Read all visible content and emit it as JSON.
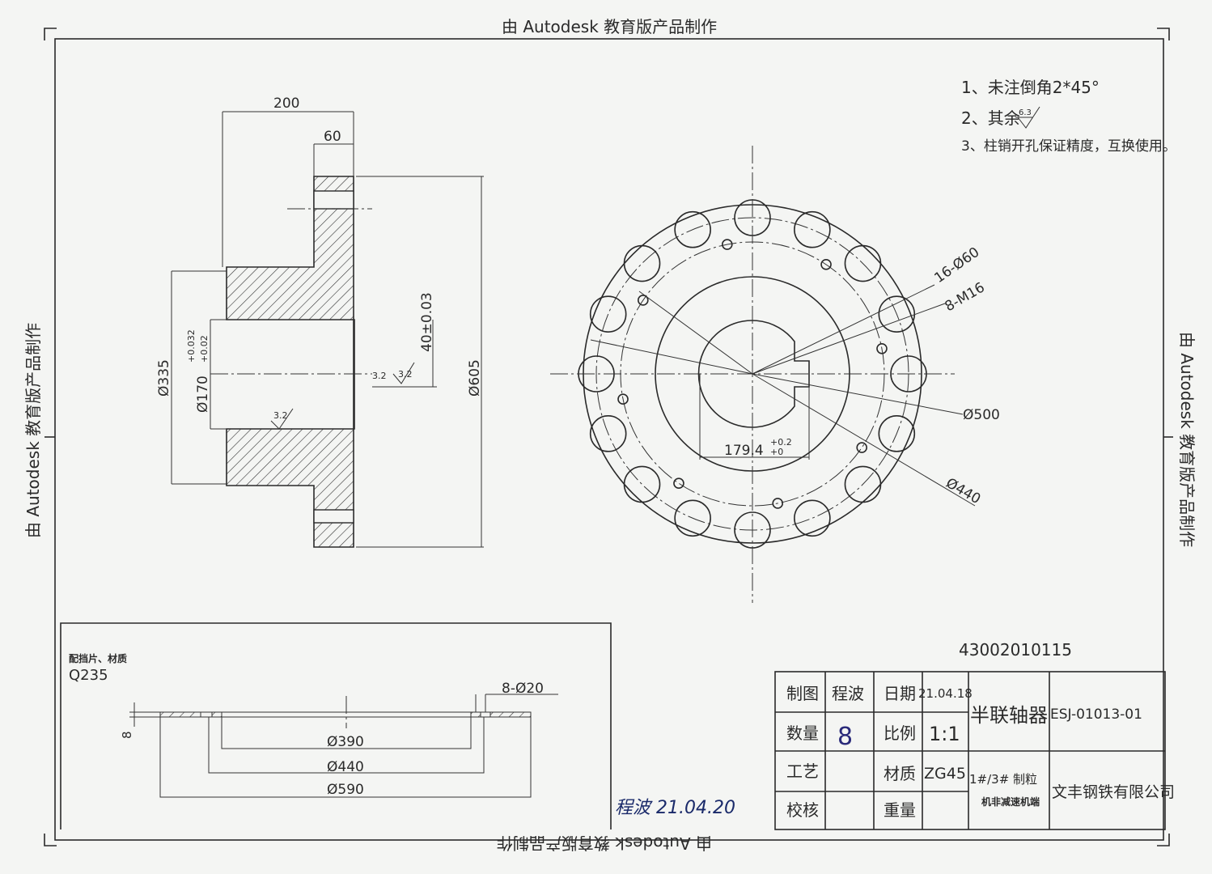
{
  "watermark_banner": "由 Autodesk 教育版产品制作",
  "notes": [
    "1、未注倒角2*45°",
    "2、其余",
    "3、柱销开孔保证精度，互换使用。"
  ],
  "note_roughness": "6.3",
  "section_view": {
    "dims": [
      "200",
      "60",
      "Ø335",
      "Ø170",
      "+0.032",
      "+0.02",
      "40±0.03",
      "Ø605",
      "3.2",
      "3.2",
      "3.2"
    ]
  },
  "front_view": {
    "dims": [
      "16-Ø60",
      "8-M16",
      "Ø500",
      "Ø440",
      "179.4",
      "+0.2",
      "+0"
    ]
  },
  "washer": {
    "title": "配挡片、材质",
    "material": "Q235",
    "dims": [
      "8-Ø20",
      "8",
      "Ø390",
      "Ø440",
      "Ø590"
    ]
  },
  "drawing_number": "43002010115",
  "title_block": {
    "drawn_label": "制图",
    "drawn_by": "程波",
    "date_label": "日期",
    "date": "21.04.18",
    "qty_label": "数量",
    "qty": "8",
    "scale_label": "比例",
    "scale": "1:1",
    "process_label": "工艺",
    "material_label": "材质",
    "material": "ZG45",
    "check_label": "校核",
    "weight_label": "重量",
    "part_name": "半联轴器",
    "part_code": "ESJ-01013-01",
    "usage_line1": "1#/3# 制粒",
    "usage_line2": "机非减速机端",
    "company": "文丰钢铁有限公司"
  },
  "signature": "程波 21.04.20"
}
